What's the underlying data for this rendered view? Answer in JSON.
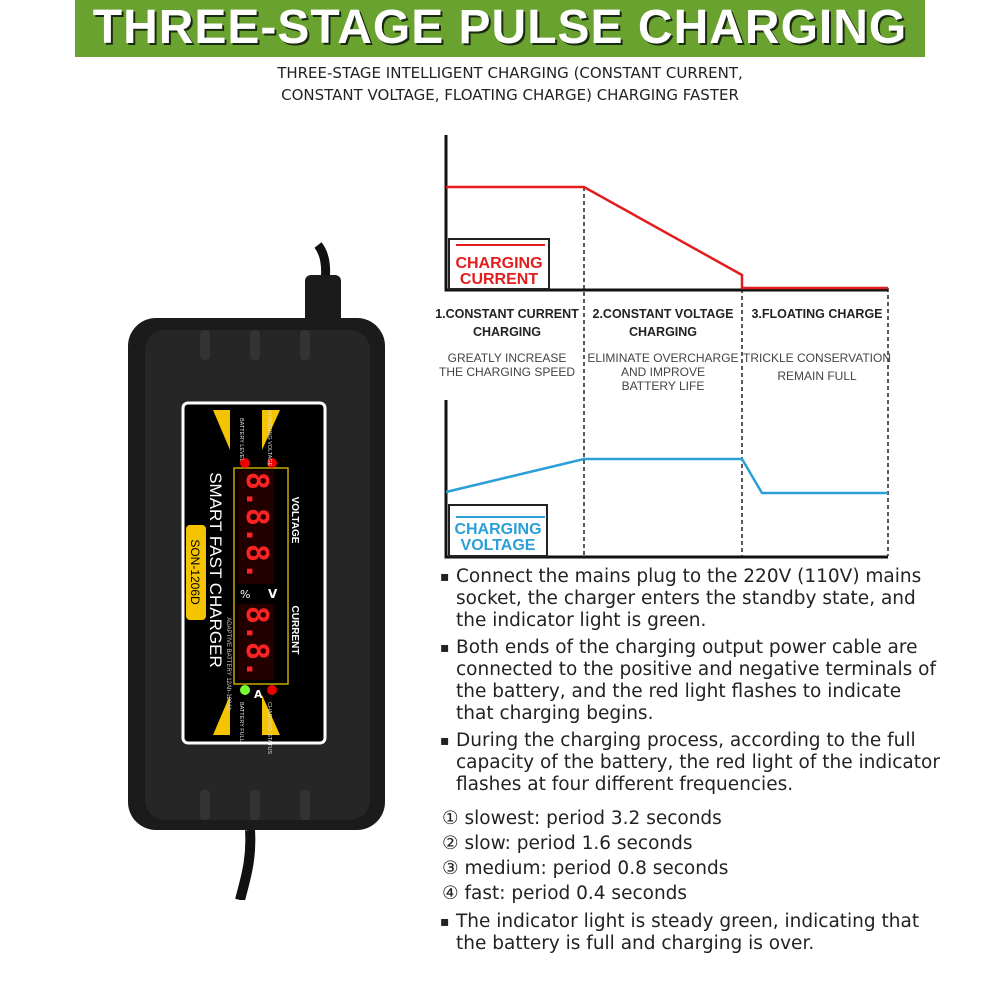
{
  "header": {
    "title": "THREE-STAGE PULSE CHARGING",
    "subtitle_line1": "THREE-STAGE INTELLIGENT CHARGING (CONSTANT CURRENT,",
    "subtitle_line2": "CONSTANT VOLTAGE, FLOATING CHARGE) CHARGING FASTER"
  },
  "diagram": {
    "current_label_1": "CHARGING",
    "current_label_2": "CURRENT",
    "voltage_label_1": "CHARGING",
    "voltage_label_2": "VOLTAGE",
    "stages": [
      {
        "title1": "1.CONSTANT CURRENT",
        "title2": "CHARGING",
        "desc1": "GREATLY INCREASE",
        "desc2": "THE CHARGING SPEED",
        "desc3": ""
      },
      {
        "title1": "2.CONSTANT VOLTAGE",
        "title2": "CHARGING",
        "desc1": "ELIMINATE OVERCHARGE",
        "desc2": "AND IMPROVE",
        "desc3": "BATTERY LIFE"
      },
      {
        "title1": "3.FLOATING CHARGE",
        "title2": "",
        "desc1": "TRICKLE CONSERVATION",
        "desc2": "REMAIN FULL",
        "desc3": ""
      }
    ],
    "colors": {
      "current": "#e31d1d",
      "voltage": "#2a9fd8"
    }
  },
  "charger": {
    "brand": "SMART FAST CHARGER",
    "model": "SON-1206D",
    "small": "ADAPTIVE BATTERY 12Ah-120Ah",
    "voltage": "VOLTAGE",
    "current": "CURRENT",
    "v_display": "8.8.8.",
    "a_display": "8.8.",
    "unit_v": "V",
    "unit_pct": "%",
    "unit_a": "A",
    "battery_level": "BATTERY LEVEL",
    "charging_voltage": "CHARGING VOLTAGE",
    "battery_full": "BATTERY FULL",
    "charging_status": "CHARGING STATUS"
  },
  "bullets": [
    "Connect the mains plug to the 220V (110V) mains socket, the charger enters the standby state, and the indicator light is green.",
    "Both ends of the charging output power cable are connected to the positive and negative terminals of the battery, and the red light flashes to indicate that charging begins.",
    "During the charging process, according to the full capacity of the battery, the red light of the indicator flashes at four different frequencies."
  ],
  "frequencies": [
    "① slowest: period 3.2 seconds",
    "② slow: period 1.6 seconds",
    "③ medium: period 0.8 seconds",
    "④ fast: period 0.4 seconds"
  ],
  "final_bullet": "The indicator light is steady green, indicating that the battery is full and charging is over."
}
